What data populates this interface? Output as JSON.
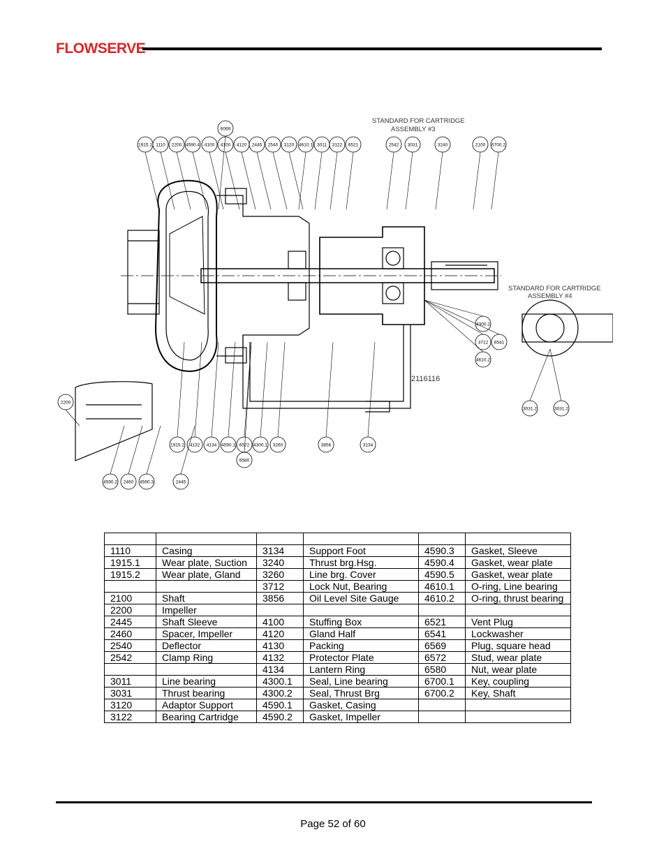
{
  "header": {
    "logo_text": "FLOWSERVE"
  },
  "drawing": {
    "note_top": [
      "STANDARD FOR CARTRIDGE",
      "ASSEMBLY #3"
    ],
    "note_right": [
      "STANDARD FOR CARTRIDGE",
      "ASSEMBLY #4"
    ],
    "drawing_number": "2116116",
    "callouts_top": [
      "1915.1",
      "1110",
      "2200",
      "4590.4",
      "4100",
      "4100",
      "4120",
      "2445",
      "2540",
      "3120",
      "4610.1",
      "3011",
      "3122",
      "6521",
      "6069",
      "2542",
      "3031",
      "3240",
      "2100",
      "6700.2"
    ],
    "callouts_bottom": [
      "1915.2",
      "4132",
      "4134",
      "4590.1",
      "6572",
      "4300.1",
      "3260",
      "3856",
      "3134",
      "6580"
    ],
    "callouts_right": [
      "4300.2",
      "3712",
      "6541",
      "4610.2"
    ],
    "callouts_detail": [
      "2200",
      "4590.2",
      "2460",
      "4590.3",
      "2445"
    ],
    "callouts_cartridge": [
      "3031.2",
      "3031.2"
    ]
  },
  "parts_table": {
    "rows": [
      [
        "",
        "",
        "",
        "",
        "",
        ""
      ],
      [
        "1110",
        "Casing",
        "3134",
        "Support Foot",
        "4590.3",
        "Gasket, Sleeve"
      ],
      [
        "1915.1",
        "Wear plate, Suction",
        "3240",
        "Thrust brg.Hsg.",
        "4590.4",
        "Gasket, wear plate"
      ],
      [
        "1915.2",
        "Wear plate, Gland",
        "3260",
        "Line brg. Cover",
        "4590.5",
        "Gasket, wear plate"
      ],
      [
        "",
        "",
        "3712",
        "Lock Nut, Bearing",
        "4610.1",
        "O-ring, Line bearing"
      ],
      [
        "2100",
        "Shaft",
        "3856",
        "Oil Level Site Gauge",
        "4610.2",
        "O-ring, thrust bearing"
      ],
      [
        "2200",
        "Impeller",
        "",
        "",
        "",
        ""
      ],
      [
        "2445",
        "Shaft Sleeve",
        "4100",
        "Stuffing Box",
        "6521",
        "Vent Plug"
      ],
      [
        "2460",
        "Spacer, Impeller",
        "4120",
        "Gland Half",
        "6541",
        "Lockwasher"
      ],
      [
        "2540",
        "Deflector",
        "4130",
        "Packing",
        "6569",
        "Plug, square head"
      ],
      [
        "2542",
        "Clamp Ring",
        "4132",
        "Protector Plate",
        "6572",
        "Stud, wear plate"
      ],
      [
        "",
        "",
        "4134",
        "Lantern Ring",
        "6580",
        "Nut, wear plate"
      ],
      [
        "3011",
        "Line bearing",
        "4300.1",
        "Seal, Line bearing",
        "6700.1",
        "Key, coupling"
      ],
      [
        "3031",
        "Thrust bearing",
        "4300.2",
        "Seal, Thrust Brg",
        "6700.2",
        "Key, Shaft"
      ],
      [
        "3120",
        "Adaptor Support",
        "4590.1",
        "Gasket, Casing",
        "",
        ""
      ],
      [
        "3122",
        "Bearing Cartridge",
        "4590.2",
        "Gasket, Impeller",
        "",
        ""
      ]
    ]
  },
  "footer": {
    "page_label": "Page 52 of 60"
  }
}
